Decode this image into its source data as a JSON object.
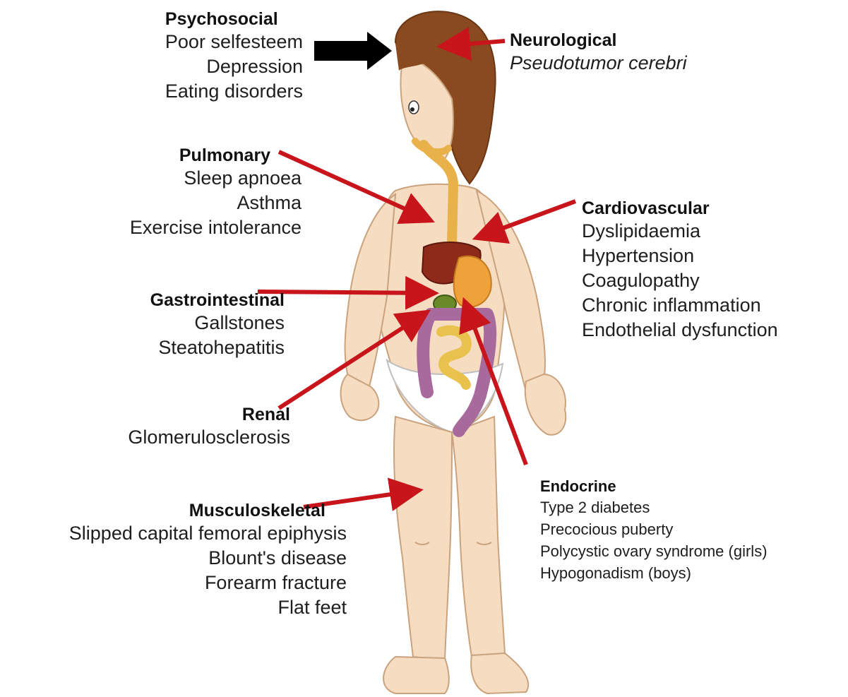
{
  "colors": {
    "arrow": "#c8141b",
    "black_arrow": "#000000",
    "hair": "#8a4a1f",
    "skin": "#f6dcc0",
    "skin_outline": "#c9a27e",
    "esophagus": "#e9b14a",
    "liver": "#8e2a1a",
    "stomach": "#f0a23a",
    "intestine": "#a86a9c",
    "small_intestine": "#e8c24c",
    "underwear": "#ffffff"
  },
  "groups": {
    "psychosocial": {
      "title": "Psychosocial",
      "items": [
        "Poor selfesteem",
        "Depression",
        "Eating disorders"
      ]
    },
    "neurological": {
      "title": "Neurological",
      "items": [
        "Pseudotumor cerebri"
      ]
    },
    "pulmonary": {
      "title": "Pulmonary",
      "items": [
        "Sleep apnoea",
        "Asthma",
        "Exercise intolerance"
      ]
    },
    "cardiovascular": {
      "title": "Cardiovascular",
      "items": [
        "Dyslipidaemia",
        "Hypertension",
        "Coagulopathy",
        "Chronic inflammation",
        "Endothelial dysfunction"
      ]
    },
    "gastrointestinal": {
      "title": "Gastrointestinal",
      "items": [
        "Gallstones",
        "Steatohepatitis"
      ]
    },
    "renal": {
      "title": "Renal",
      "items": [
        "Glomerulosclerosis"
      ]
    },
    "musculoskeletal": {
      "title": "Musculoskeletal",
      "items": [
        "Slipped capital femoral epiphysis",
        "Blount's disease",
        "Forearm fracture",
        "Flat feet"
      ]
    },
    "endocrine": {
      "title": "Endocrine",
      "items": [
        "Type 2 diabetes",
        "Precocious puberty",
        "Polycystic ovary syndrome (girls)",
        "Hypogonadism (boys)"
      ]
    }
  }
}
